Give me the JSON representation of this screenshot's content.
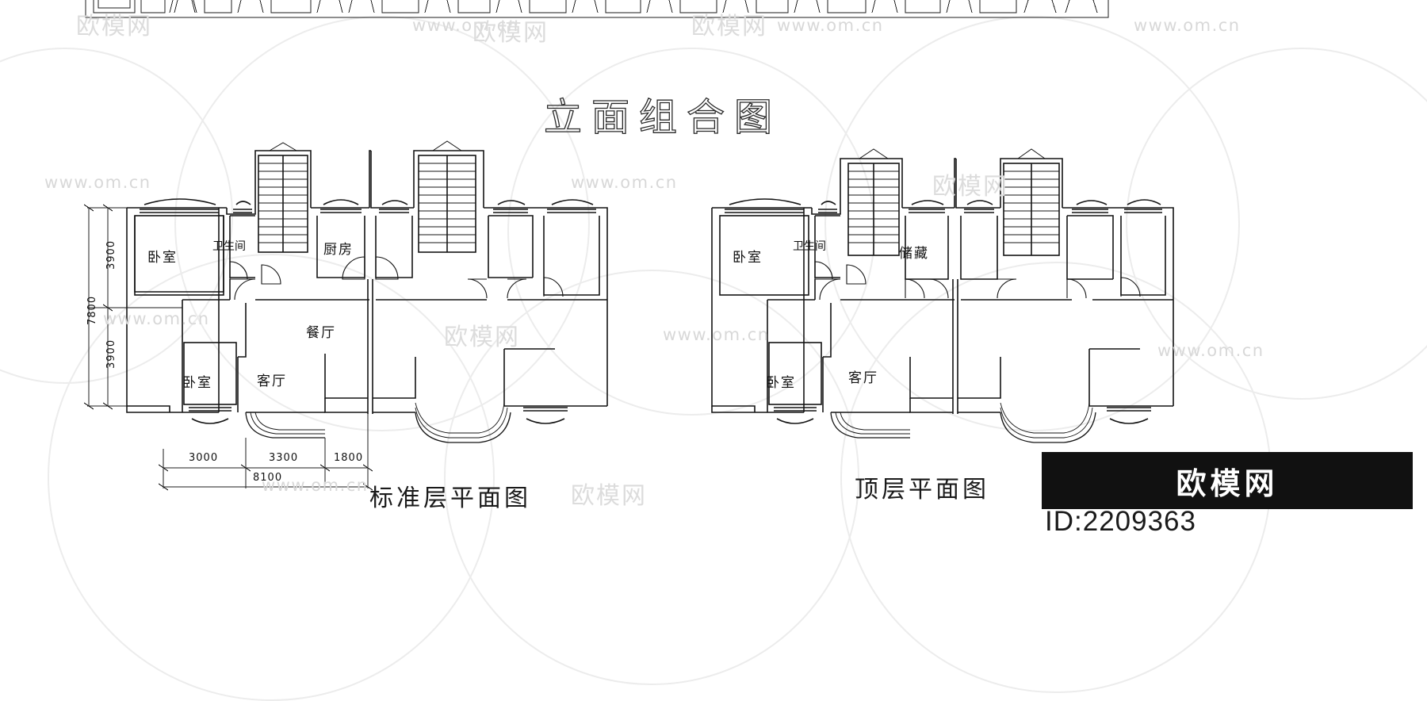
{
  "drawing": {
    "main_title": "立面组合图",
    "watermark_text": "www.om.cn",
    "watermark_brand": "欧模网",
    "badge_label": "欧模网",
    "badge_id": "ID:2209363"
  },
  "plans": [
    {
      "id": "standard-floor",
      "title": "标准层平面图",
      "rooms": [
        {
          "key": "bedroom-upper-left",
          "label": "卧室"
        },
        {
          "key": "bathroom-left",
          "label": "卫生间"
        },
        {
          "key": "kitchen-left",
          "label": "厨房"
        },
        {
          "key": "dining-left",
          "label": "餐厅"
        },
        {
          "key": "living-left",
          "label": "客厅"
        },
        {
          "key": "bedroom-lower-left",
          "label": "卧室"
        }
      ],
      "dimensions": {
        "horizontal": [
          "3000",
          "3300",
          "1800"
        ],
        "horizontal_total": "8100",
        "vertical": [
          "3900",
          "3900"
        ],
        "vertical_total": "7800"
      }
    },
    {
      "id": "top-floor",
      "title": "顶层平面图",
      "rooms": [
        {
          "key": "bedroom-upper-right",
          "label": "卧室"
        },
        {
          "key": "bathroom-right",
          "label": "卫生间"
        },
        {
          "key": "storage-right",
          "label": "储藏"
        },
        {
          "key": "living-right",
          "label": "客厅"
        },
        {
          "key": "bedroom-lower-right",
          "label": "卧室"
        }
      ],
      "dimensions": {
        "horizontal": [],
        "horizontal_total": "",
        "vertical": [],
        "vertical_total": ""
      }
    }
  ]
}
